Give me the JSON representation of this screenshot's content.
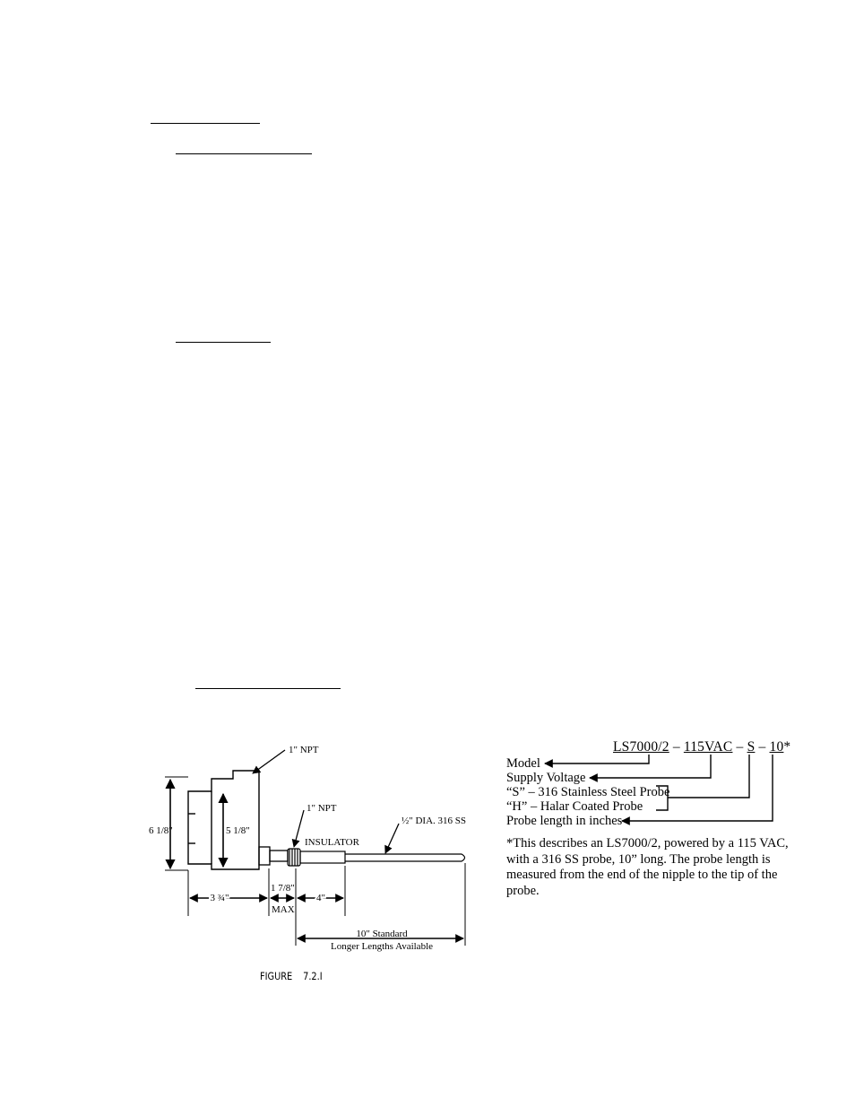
{
  "drawing": {
    "labels": {
      "npt_top": "1\" NPT",
      "npt_mid": "1\" NPT",
      "insulator": "INSULATOR",
      "probe_dia": "½\" DIA. 316 SS",
      "height_outer": "6 1/8\"",
      "height_inner": "5 1/8\"",
      "width_housing": "3 ¾\"",
      "width_nipple": "1 7/8\"",
      "max": "MAX",
      "width_insulator": "4\"",
      "length_standard": "10\" Standard",
      "length_longer": "Longer Lengths Available"
    }
  },
  "model_code": {
    "model": "LS7000/2",
    "sep1": " – ",
    "voltage": "115VAC",
    "sep2": " – ",
    "probe": "S",
    "sep3": " – ",
    "length": "10",
    "asterisk": "*"
  },
  "legend": {
    "model": "Model",
    "supply": "Supply Voltage",
    "s_probe": "“S” – 316 Stainless Steel Probe",
    "h_probe": "“H” – Halar Coated Probe",
    "length": "Probe length in inches"
  },
  "note": "*This describes an LS7000/2, powered by a 115 VAC, with a 316 SS probe, 10” long.  The probe length is measured from the end of the nipple to the tip of the probe.",
  "figure": {
    "label": "FIGURE",
    "number": "7.2.I"
  }
}
